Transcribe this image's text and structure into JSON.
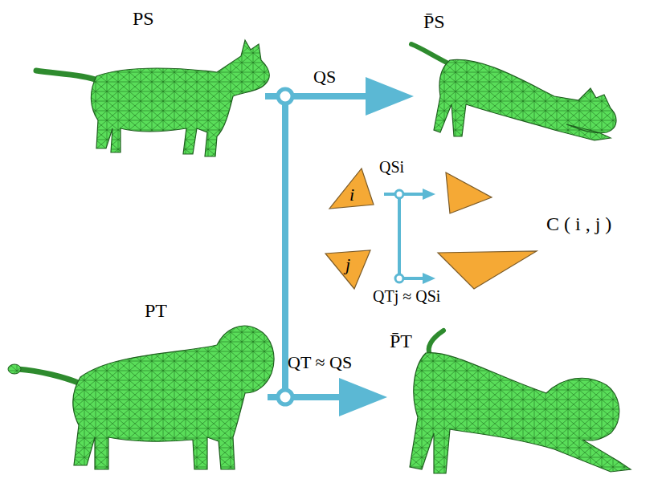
{
  "diagram": {
    "nodes": [
      {
        "text": [
          "PS"
        ]
      },
      {
        "text": [
          "P̄S"
        ]
      },
      {
        "text": [
          "i"
        ]
      },
      {
        "text": [
          "j"
        ]
      },
      {
        "text": [
          "PT"
        ]
      },
      {
        "text": [
          "P̄T"
        ]
      }
    ],
    "edges": [
      {
        "from": 0,
        "to": 1,
        "arrow": "to",
        "label": "QS"
      },
      {
        "from": 4,
        "to": 5,
        "arrow": "to",
        "label": "QT ≈ QS"
      }
    ],
    "labels": [
      "QSi",
      "QTj ≈ QSi",
      "C ( i , j )"
    ]
  }
}
